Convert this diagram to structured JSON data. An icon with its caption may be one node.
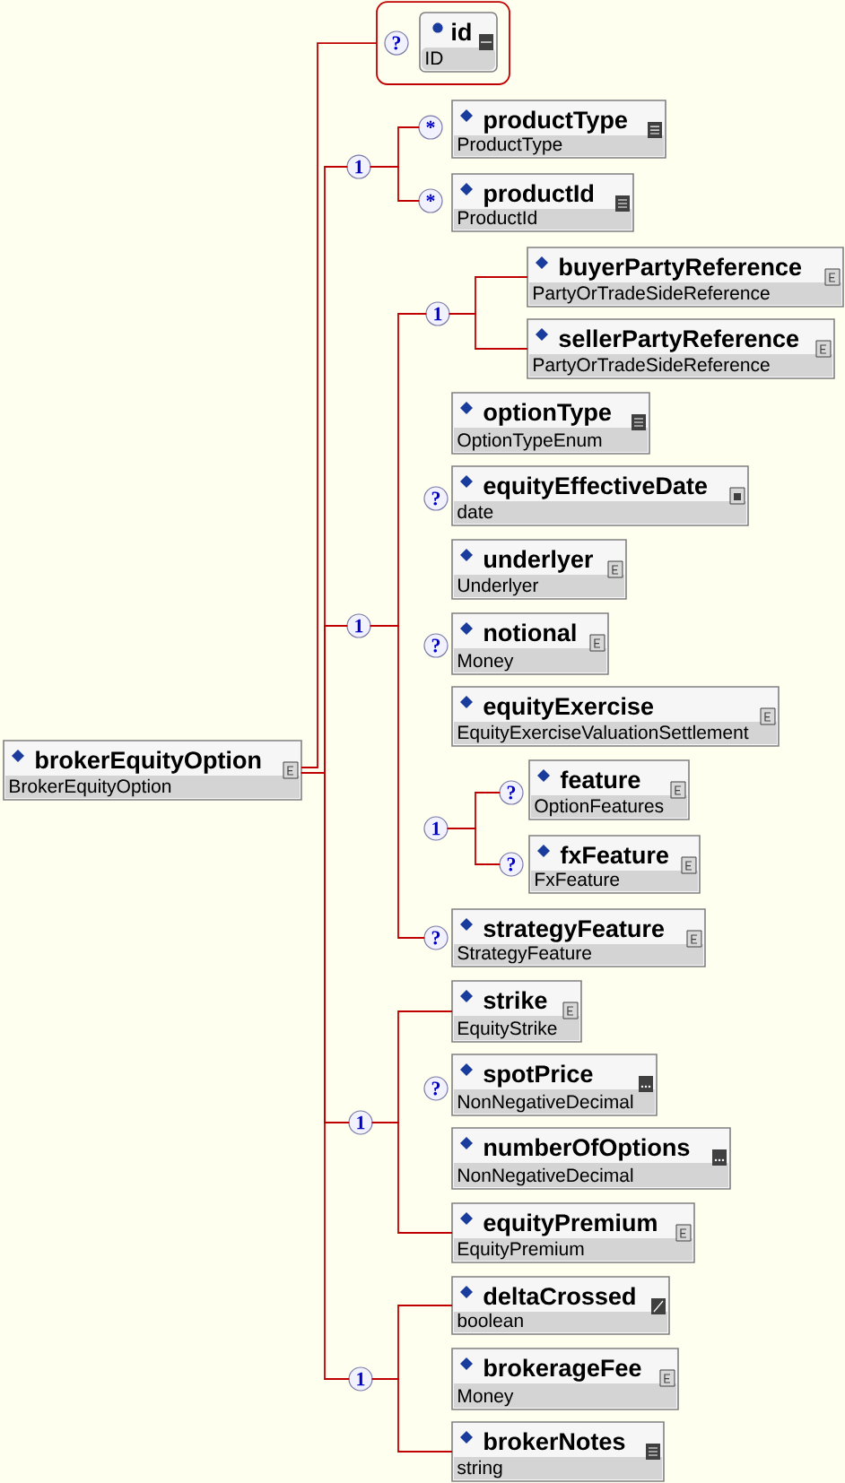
{
  "diagram": {
    "nodes": [
      {
        "text": [
          "brokerEquityOption",
          "BrokerEquityOption"
        ]
      },
      {
        "text": [],
        "shape": "box"
      },
      {
        "text": [
          "?"
        ],
        "in": 1
      },
      {
        "text": [
          "id",
          "ID"
        ],
        "in": 1
      },
      {
        "text": [
          "1"
        ]
      },
      {
        "text": [
          "*"
        ]
      },
      {
        "text": [
          "productType",
          "ProductType"
        ]
      },
      {
        "text": [
          "*"
        ]
      },
      {
        "text": [
          "productId",
          "ProductId"
        ]
      },
      {
        "text": [
          "1"
        ]
      },
      {
        "text": [
          "1"
        ]
      },
      {
        "text": [
          "buyerPartyReference",
          "PartyOrTradeSideReference"
        ]
      },
      {
        "text": [
          "sellerPartyReference",
          "PartyOrTradeSideReference"
        ]
      },
      {
        "text": [
          "optionType",
          "OptionTypeEnum"
        ]
      },
      {
        "text": [
          "?"
        ]
      },
      {
        "text": [
          "equityEffectiveDate",
          "date"
        ]
      },
      {
        "text": [
          "underlyer",
          "Underlyer"
        ]
      },
      {
        "text": [
          "?"
        ]
      },
      {
        "text": [
          "notional",
          "Money"
        ]
      },
      {
        "text": [
          "equityExercise",
          "EquityExerciseValuationSettlement"
        ]
      },
      {
        "text": [
          "1"
        ]
      },
      {
        "text": [
          "?"
        ]
      },
      {
        "text": [
          "feature",
          "OptionFeatures"
        ]
      },
      {
        "text": [
          "?"
        ]
      },
      {
        "text": [
          "fxFeature",
          "FxFeature"
        ]
      },
      {
        "text": [
          "?"
        ]
      },
      {
        "text": [
          "strategyFeature",
          "StrategyFeature"
        ]
      },
      {
        "text": [
          "1"
        ]
      },
      {
        "text": [
          "strike",
          "EquityStrike"
        ]
      },
      {
        "text": [
          "?"
        ]
      },
      {
        "text": [
          "spotPrice",
          "NonNegativeDecimal"
        ]
      },
      {
        "text": [
          "numberOfOptions",
          "NonNegativeDecimal"
        ]
      },
      {
        "text": [
          "equityPremium",
          "EquityPremium"
        ]
      },
      {
        "text": [
          "1"
        ]
      },
      {
        "text": [
          "deltaCrossed",
          "boolean"
        ]
      },
      {
        "text": [
          "brokerageFee",
          "Money"
        ]
      },
      {
        "text": [
          "brokerNotes",
          "string"
        ]
      }
    ],
    "edges": [
      {
        "from": 0,
        "to": 1,
        "arrow": "none"
      },
      {
        "from": 0,
        "to": 4,
        "arrow": "none"
      },
      {
        "from": 0,
        "to": 9,
        "arrow": "none"
      },
      {
        "from": 0,
        "to": 27,
        "arrow": "none"
      },
      {
        "from": 0,
        "to": 33,
        "arrow": "none"
      },
      {
        "from": 4,
        "to": 5,
        "arrow": "none"
      },
      {
        "from": 4,
        "to": 7,
        "arrow": "none"
      },
      {
        "from": 9,
        "to": 10,
        "arrow": "none"
      },
      {
        "from": 9,
        "to": 25,
        "arrow": "none"
      },
      {
        "from": 10,
        "to": 11,
        "arrow": "none"
      },
      {
        "from": 10,
        "to": 12,
        "arrow": "none"
      },
      {
        "from": 20,
        "to": 21,
        "arrow": "none"
      },
      {
        "from": 20,
        "to": 23,
        "arrow": "none"
      },
      {
        "from": 27,
        "to": 28,
        "arrow": "none"
      },
      {
        "from": 27,
        "to": 32,
        "arrow": "none"
      },
      {
        "from": 33,
        "to": 34,
        "arrow": "none"
      },
      {
        "from": 33,
        "to": 36,
        "arrow": "none"
      }
    ]
  }
}
